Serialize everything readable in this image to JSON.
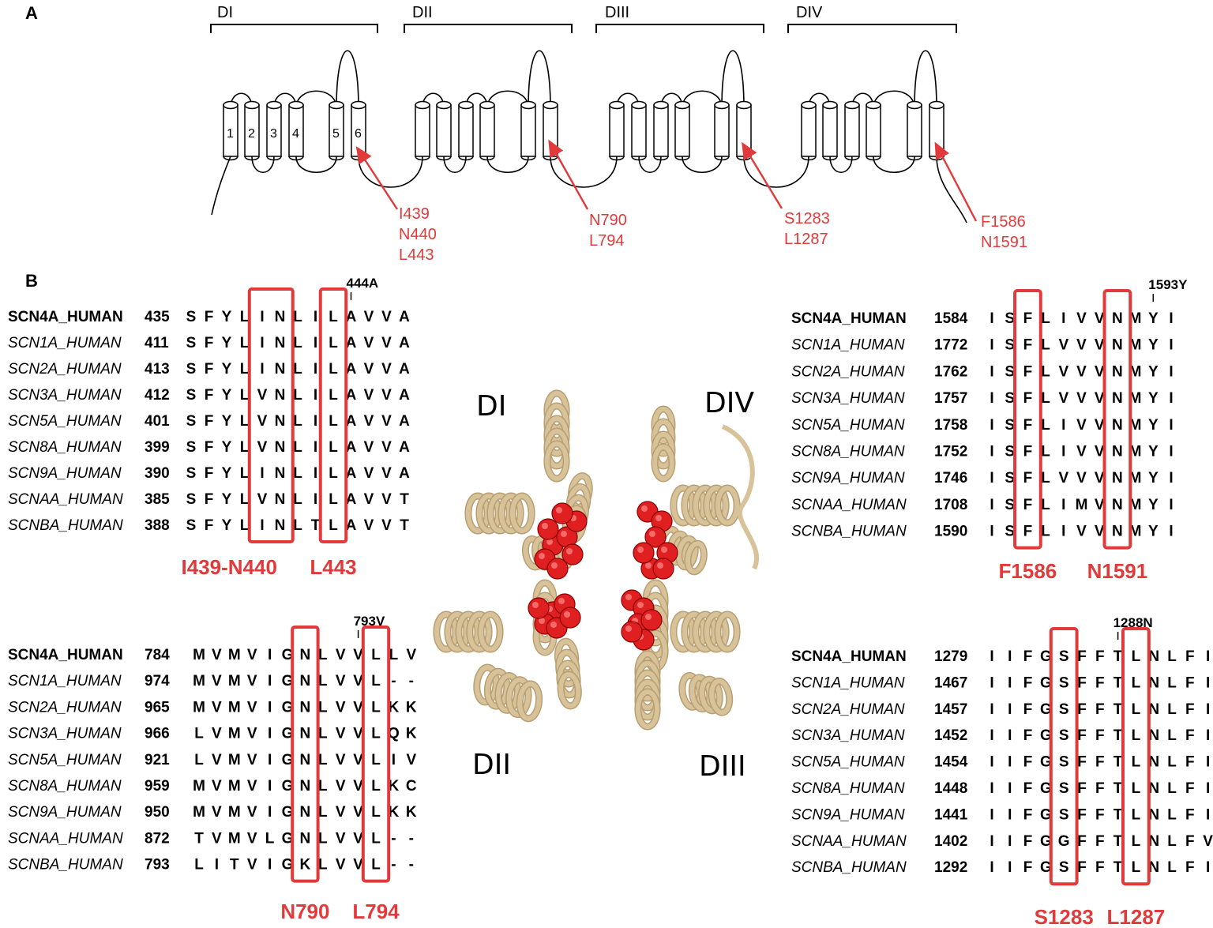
{
  "panels": {
    "a": "A",
    "b": "B"
  },
  "domains": [
    "DI",
    "DII",
    "DIII",
    "DIV"
  ],
  "helix_numbers": [
    "1",
    "2",
    "3",
    "4",
    "5",
    "6"
  ],
  "mutation_groups": [
    [
      "I439",
      "N440",
      "L443"
    ],
    [
      "N790",
      "L794"
    ],
    [
      "S1283",
      "L1287"
    ],
    [
      "F1586",
      "N1591"
    ]
  ],
  "structure_labels": [
    "DI",
    "DIV",
    "DII",
    "DIII"
  ],
  "alignments": [
    {
      "id": "DI-S6",
      "marker": "444A",
      "box_labels": [
        "I439-N440",
        "L443"
      ],
      "rows": [
        {
          "name": "SCN4A_HUMAN",
          "num": "435",
          "seq": "SFYLINLILAVVA"
        },
        {
          "name": "SCN1A_HUMAN",
          "num": "411",
          "seq": "SFYLINLILAVVA"
        },
        {
          "name": "SCN2A_HUMAN",
          "num": "413",
          "seq": "SFYLINLILAVVA"
        },
        {
          "name": "SCN3A_HUMAN",
          "num": "412",
          "seq": "SFYLVNLILAVVA"
        },
        {
          "name": "SCN5A_HUMAN",
          "num": "401",
          "seq": "SFYLVNLILAVVA"
        },
        {
          "name": "SCN8A_HUMAN",
          "num": "399",
          "seq": "SFYLVNLILAVVA"
        },
        {
          "name": "SCN9A_HUMAN",
          "num": "390",
          "seq": "SFYLINLILAVVA"
        },
        {
          "name": "SCNAA_HUMAN",
          "num": "385",
          "seq": "SFYLVNLILAVVT"
        },
        {
          "name": "SCNBA_HUMAN",
          "num": "388",
          "seq": "SFYLINLTLAVVT"
        }
      ]
    },
    {
      "id": "DIV-S6",
      "marker": "1593Y",
      "box_labels": [
        "F1586",
        "N1591"
      ],
      "rows": [
        {
          "name": "SCN4A_HUMAN",
          "num": "1584",
          "seq": "ISFLIVVNMYI"
        },
        {
          "name": "SCN1A_HUMAN",
          "num": "1772",
          "seq": "ISFLVVVNMYI"
        },
        {
          "name": "SCN2A_HUMAN",
          "num": "1762",
          "seq": "ISFLVVVNMYI"
        },
        {
          "name": "SCN3A_HUMAN",
          "num": "1757",
          "seq": "ISFLVVVNMYI"
        },
        {
          "name": "SCN5A_HUMAN",
          "num": "1758",
          "seq": "ISFLIVVNMYI"
        },
        {
          "name": "SCN8A_HUMAN",
          "num": "1752",
          "seq": "ISFLIVVNMYI"
        },
        {
          "name": "SCN9A_HUMAN",
          "num": "1746",
          "seq": "ISFLVVVNMYI"
        },
        {
          "name": "SCNAA_HUMAN",
          "num": "1708",
          "seq": "ISFLIMVNMYI"
        },
        {
          "name": "SCNBA_HUMAN",
          "num": "1590",
          "seq": "ISFLIVVNMYI"
        }
      ]
    },
    {
      "id": "DII-S6",
      "marker": "793V",
      "box_labels": [
        "N790",
        "L794"
      ],
      "rows": [
        {
          "name": "SCN4A_HUMAN",
          "num": "784",
          "seq": "MVMVIGNLVVLLV"
        },
        {
          "name": "SCN1A_HUMAN",
          "num": "974",
          "seq": "MVMVIGNLVVL--"
        },
        {
          "name": "SCN2A_HUMAN",
          "num": "965",
          "seq": "MVMVIGNLVVLKK"
        },
        {
          "name": "SCN3A_HUMAN",
          "num": "966",
          "seq": "LVMVIGNLVVLQK"
        },
        {
          "name": "SCN5A_HUMAN",
          "num": "921",
          "seq": "LVMVIGNLVVLIV"
        },
        {
          "name": "SCN8A_HUMAN",
          "num": "959",
          "seq": "MVMVIGNLVVLKC"
        },
        {
          "name": "SCN9A_HUMAN",
          "num": "950",
          "seq": "MVMVIGNLVVLKK"
        },
        {
          "name": "SCNAA_HUMAN",
          "num": "872",
          "seq": "TVMVLGNLVVL--"
        },
        {
          "name": "SCNBA_HUMAN",
          "num": "793",
          "seq": "LITVIGKLVVL--"
        }
      ]
    },
    {
      "id": "DIII-S6",
      "marker": "1288N",
      "box_labels": [
        "S1283",
        "L1287"
      ],
      "rows": [
        {
          "name": "SCN4A_HUMAN",
          "num": "1279",
          "seq": "IIFGSFFTLNLFI"
        },
        {
          "name": "SCN1A_HUMAN",
          "num": "1467",
          "seq": "IIFGSFFTLNLFI"
        },
        {
          "name": "SCN2A_HUMAN",
          "num": "1457",
          "seq": "IIFGSFFTLNLFI"
        },
        {
          "name": "SCN3A_HUMAN",
          "num": "1452",
          "seq": "IIFGSFFTLNLFI"
        },
        {
          "name": "SCN5A_HUMAN",
          "num": "1454",
          "seq": "IIFGSFFTLNLFI"
        },
        {
          "name": "SCN8A_HUMAN",
          "num": "1448",
          "seq": "IIFGSFFTLNLFI"
        },
        {
          "name": "SCN9A_HUMAN",
          "num": "1441",
          "seq": "IIFGSFFTLNLFI"
        },
        {
          "name": "SCNAA_HUMAN",
          "num": "1402",
          "seq": "IIFGGFFTLNLFV"
        },
        {
          "name": "SCNBA_HUMAN",
          "num": "1292",
          "seq": "IIFGSFFTLNLFI"
        }
      ]
    }
  ],
  "colors": {
    "highlight": "#e23a3a",
    "helix": "#d8c29a",
    "helix_dark": "#b89f72",
    "sphere": "#e02020",
    "line": "#000000"
  }
}
